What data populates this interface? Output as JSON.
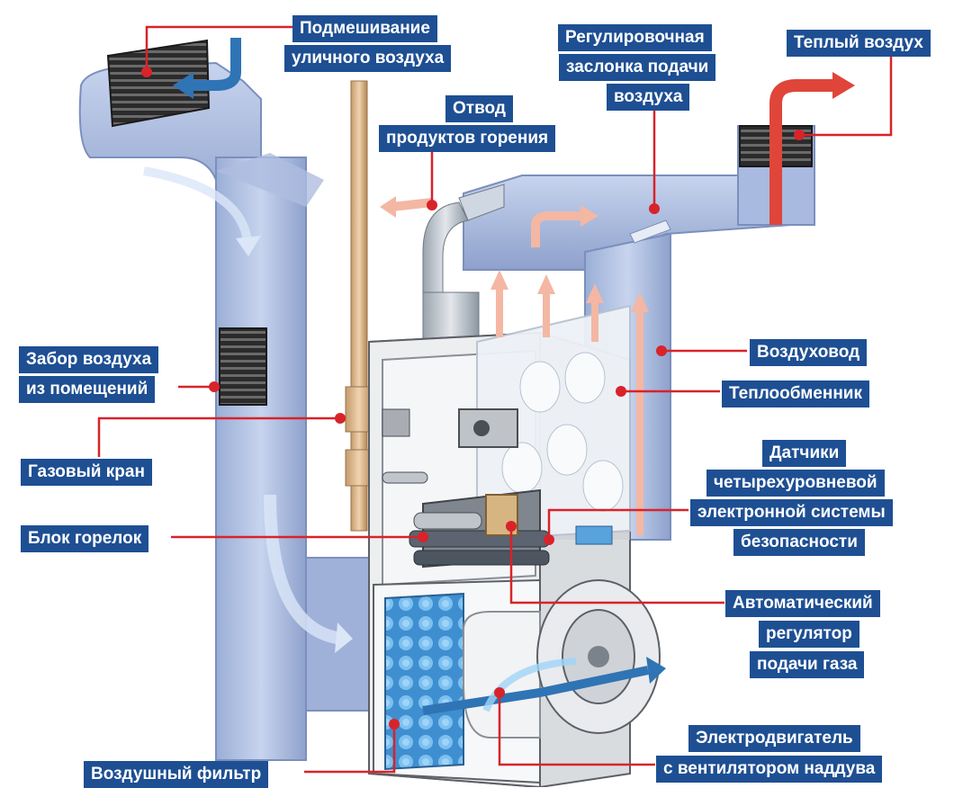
{
  "labels": {
    "outdoor_mix": [
      "Подмешивание",
      "уличного воздуха"
    ],
    "damper": [
      "Регулировочная",
      "заслонка подачи",
      "воздуха"
    ],
    "warm_air": [
      "Теплый воздух"
    ],
    "flue": [
      "Отвод",
      "продуктов горения"
    ],
    "room_intake": [
      "Забор воздуха",
      "из помещений"
    ],
    "duct": [
      "Воздуховод"
    ],
    "heat_exchanger": [
      "Теплообменник"
    ],
    "gas_valve": [
      "Газовый кран"
    ],
    "sensors": [
      "Датчики",
      "четырехуровневой",
      "электронной системы",
      "безопасности"
    ],
    "burners": [
      "Блок горелок"
    ],
    "gas_regulator": [
      "Автоматический",
      "регулятор",
      "подачи газа"
    ],
    "air_filter": [
      "Воздушный фильтр"
    ],
    "motor": [
      "Электродвигатель",
      "с вентилятором наддува"
    ]
  },
  "colors": {
    "label_bg": "#1e4f93",
    "label_text": "#ffffff",
    "leader_line": "#d8232a",
    "duct_fill": "#b7c5e2",
    "duct_shade": "#8ea1cc",
    "warm_arrow": "#f4b7a3",
    "cold_arrow": "#2f74b5",
    "hot_arrow": "#e0453a"
  },
  "icons": [
    "intake-grille-icon",
    "outlet-grille-icon",
    "filter-icon",
    "blower-icon"
  ]
}
